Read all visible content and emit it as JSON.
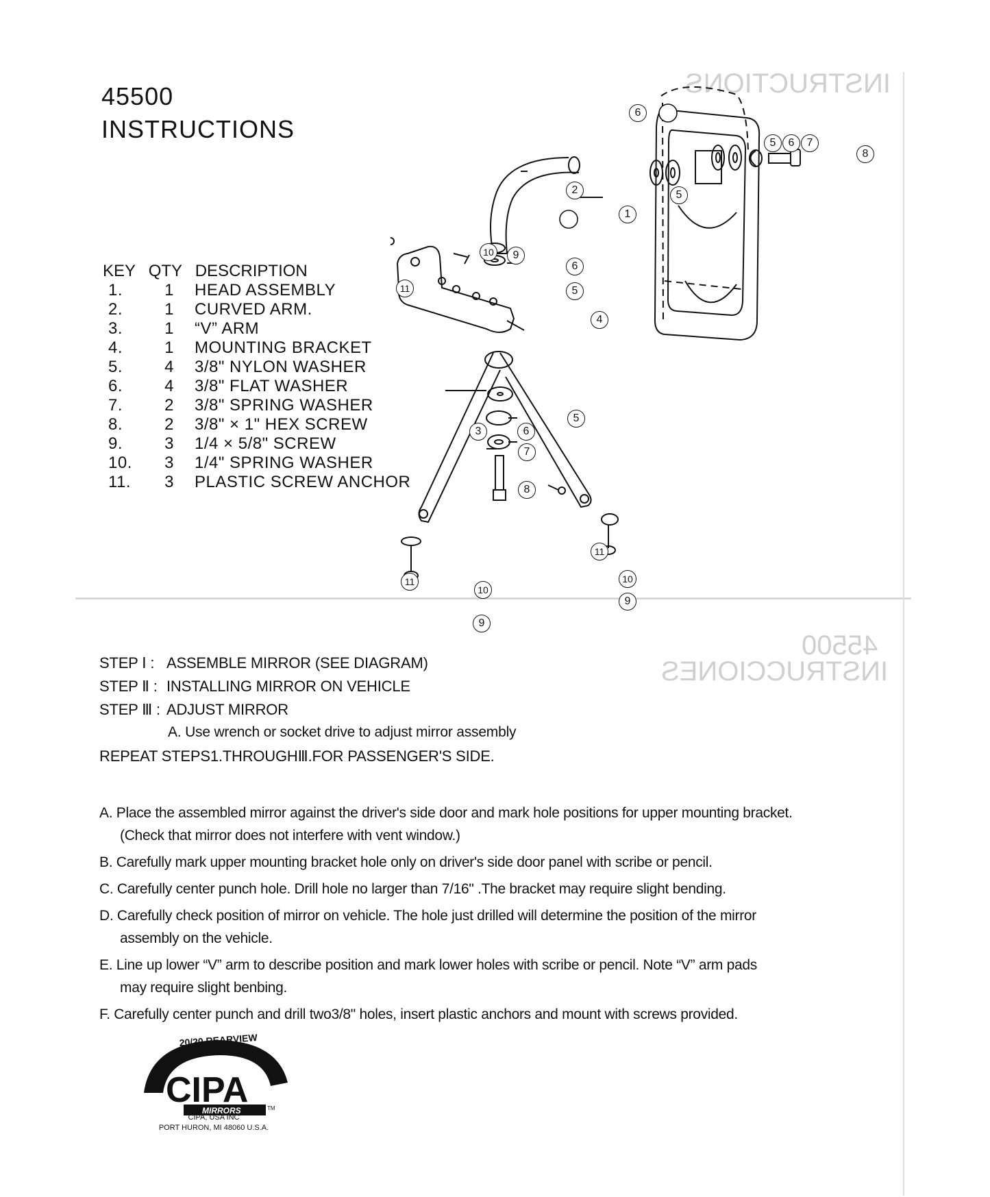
{
  "document": {
    "part_number": "45500",
    "title": "INSTRUCTIONS"
  },
  "parts_list": {
    "headers": {
      "key": "KEY",
      "qty": "QTY",
      "description": "DESCRIPTION"
    },
    "items": [
      {
        "key": "1.",
        "qty": "1",
        "description": "HEAD ASSEMBLY"
      },
      {
        "key": "2.",
        "qty": "1",
        "description": "CURVED ARM."
      },
      {
        "key": "3.",
        "qty": "1",
        "description": "“V”  ARM"
      },
      {
        "key": "4.",
        "qty": "1",
        "description": "MOUNTING BRACKET"
      },
      {
        "key": "5.",
        "qty": "4",
        "description": "3/8\" NYLON WASHER"
      },
      {
        "key": "6.",
        "qty": "4",
        "description": "3/8\" FLAT WASHER"
      },
      {
        "key": "7.",
        "qty": "2",
        "description": "3/8\" SPRING WASHER"
      },
      {
        "key": "8.",
        "qty": "2",
        "description": "3/8\"  × 1\"   HEX SCREW"
      },
      {
        "key": "9.",
        "qty": "3",
        "description": "1/4 × 5/8\"  SCREW"
      },
      {
        "key": "10.",
        "qty": "3",
        "description": "1/4\"  SPRING WASHER"
      },
      {
        "key": "11.",
        "qty": "3",
        "description": "PLASTIC SCREW ANCHOR"
      }
    ]
  },
  "steps": {
    "step1": {
      "label": "STEP Ⅰ :",
      "text": "ASSEMBLE MIRROR (SEE DIAGRAM)"
    },
    "step2": {
      "label": "STEP Ⅱ :",
      "text": "INSTALLING MIRROR ON VEHICLE"
    },
    "step3": {
      "label": "STEP Ⅲ :",
      "text": "ADJUST MIRROR"
    },
    "step3_sub": "A. Use wrench or socket drive to adjust mirror assembly",
    "repeat": "REPEAT STEPS1.THROUGHⅢ.FOR PASSENGER'S SIDE."
  },
  "instructions": {
    "a1": "A. Place the assembled mirror against the driver's side door and mark hole positions for upper mounting bracket.",
    "a2": "(Check that mirror does not interfere with vent window.)",
    "b": "B. Carefully mark upper mounting bracket hole only on driver's side door panel with scribe or pencil.",
    "c": "C. Carefully center punch hole. Drill hole no larger than 7/16\"   .The bracket may require slight bending.",
    "d1": "D. Carefully check position of mirror on vehicle. The hole just drilled will determine the position of the mirror",
    "d2": "assembly on the vehicle.",
    "e1": "E. Line up lower   “V”   arm to describe position and mark lower holes with scribe or pencil. Note  “V”  arm pads",
    "e2": "may require slight benbing.",
    "f": "F. Carefully center punch and drill two3/8\" holes, insert plastic anchors and mount with screws provided."
  },
  "diagram_callouts": {
    "n1": "1",
    "n2": "2",
    "n3": "3",
    "n4": "4",
    "n5": "5",
    "n6": "6",
    "n7": "7",
    "n8": "8",
    "n9": "9",
    "n10": "10",
    "n11": "11"
  },
  "logo": {
    "arc_text": "20/20 REARVIEW",
    "brand": "CIPA",
    "tagline": "MIRRORS",
    "company": "CIPA, USA INC",
    "address": "PORT HURON, MI 48060 U.S.A."
  },
  "bleed_through": {
    "heading_fr": "INSTRUCTIONS",
    "heading_es_num": "45500",
    "heading_es": "INSTRUCCIONES"
  }
}
